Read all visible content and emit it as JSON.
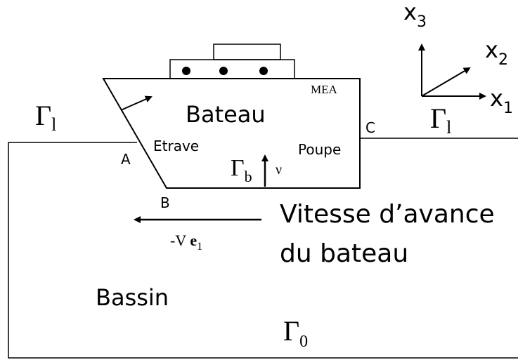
{
  "labels": {
    "gamma_1": {
      "main": "Γ",
      "sub": "l"
    },
    "gamma_b": {
      "main": "Γ",
      "sub": "b"
    },
    "gamma_0": {
      "main": "Γ",
      "sub": "0"
    },
    "bateau": "Bateau",
    "mea": "MEA",
    "etrave": "Etrave",
    "poupe": "Poupe",
    "nu": "ν",
    "point_a": "A",
    "point_b": "B",
    "point_c": "C",
    "velocity": {
      "prefix": "-V ",
      "vec": "e",
      "sub": "1"
    },
    "caption_line1": "Vitesse d’avance",
    "caption_line2": "du bateau",
    "bassin": "Bassin"
  },
  "axes": {
    "x1": {
      "main": "x",
      "sub": "1"
    },
    "x2": {
      "main": "x",
      "sub": "2"
    },
    "x3": {
      "main": "x",
      "sub": "3"
    }
  }
}
